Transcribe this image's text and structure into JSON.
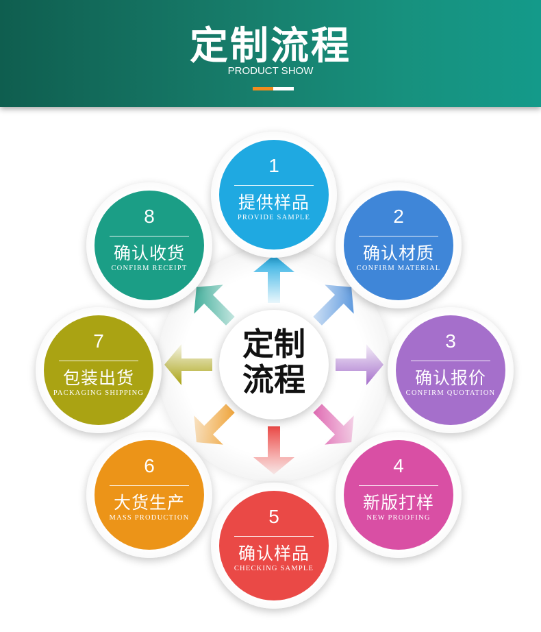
{
  "header": {
    "title": "定制流程",
    "subtitle": "PRODUCT SHOW"
  },
  "center": {
    "line1": "定制",
    "line2": "流程"
  },
  "steps": [
    {
      "num": "1",
      "cn": "提供样品",
      "en": "PROVIDE SAMPLE",
      "color": "#1fa9e1"
    },
    {
      "num": "2",
      "cn": "确认材质",
      "en": "CONFIRM MATERIAL",
      "color": "#3f86d8"
    },
    {
      "num": "3",
      "cn": "确认报价",
      "en": "CONFIRM QUOTATION",
      "color": "#a56fcb"
    },
    {
      "num": "4",
      "cn": "新版打样",
      "en": "NEW PROOFING",
      "color": "#d94fa4"
    },
    {
      "num": "5",
      "cn": "确认样品",
      "en": "CHECKING SAMPLE",
      "color": "#ea4946"
    },
    {
      "num": "6",
      "cn": "大货生产",
      "en": "MASS PRODUCTION",
      "color": "#ec9418"
    },
    {
      "num": "7",
      "cn": "包装出货",
      "en": "PACKAGING SHIPPING",
      "color": "#aaa313"
    },
    {
      "num": "8",
      "cn": "确认收货",
      "en": "CONFIRM RECEIPT",
      "color": "#1b9e86"
    }
  ],
  "colors": {
    "header_bg": "#177d6b",
    "accent_orange": "#f08c1e"
  }
}
